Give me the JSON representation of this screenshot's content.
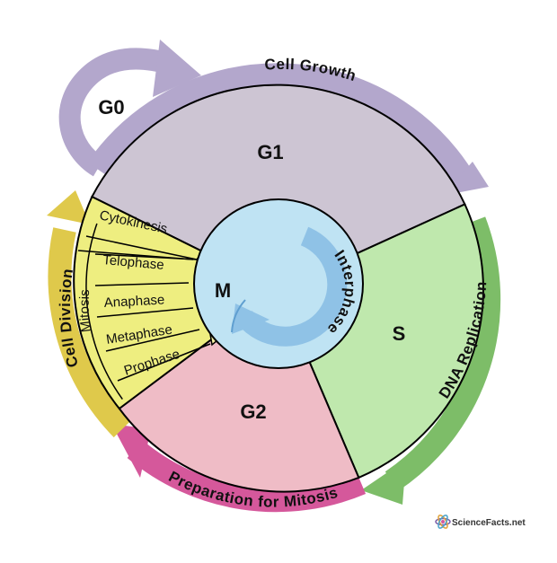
{
  "diagram": {
    "phases": {
      "g0": "G0",
      "g1": "G1",
      "s": "S",
      "g2": "G2",
      "m": "M"
    },
    "center_label": "Interphase",
    "mitosis_label": "Mitosis",
    "mitosis_stages": [
      "Cytokinesis",
      "Telophase",
      "Anaphase",
      "Metaphase",
      "Prophase"
    ],
    "arcs": {
      "cell_growth": "Cell Growth",
      "dna_replication": "DNA Replication",
      "preparation_for_mitosis": "Preparation for Mitosis",
      "cell_division": "Cell Division"
    },
    "logo_text": "ScienceFacts.net",
    "colors": {
      "g1": "#cdc5d3",
      "s": "#bfe8ad",
      "g2": "#efbcc6",
      "m": "#f5f0a4",
      "mitosis_band": "#eeee80",
      "center": "#bfe3f3",
      "center_arrow": "#8fc2e6",
      "arc_growth": "#b3a7cc",
      "arc_dna": "#7dbd68",
      "arc_prep": "#d5589b",
      "arc_division": "#dfc94b"
    }
  }
}
